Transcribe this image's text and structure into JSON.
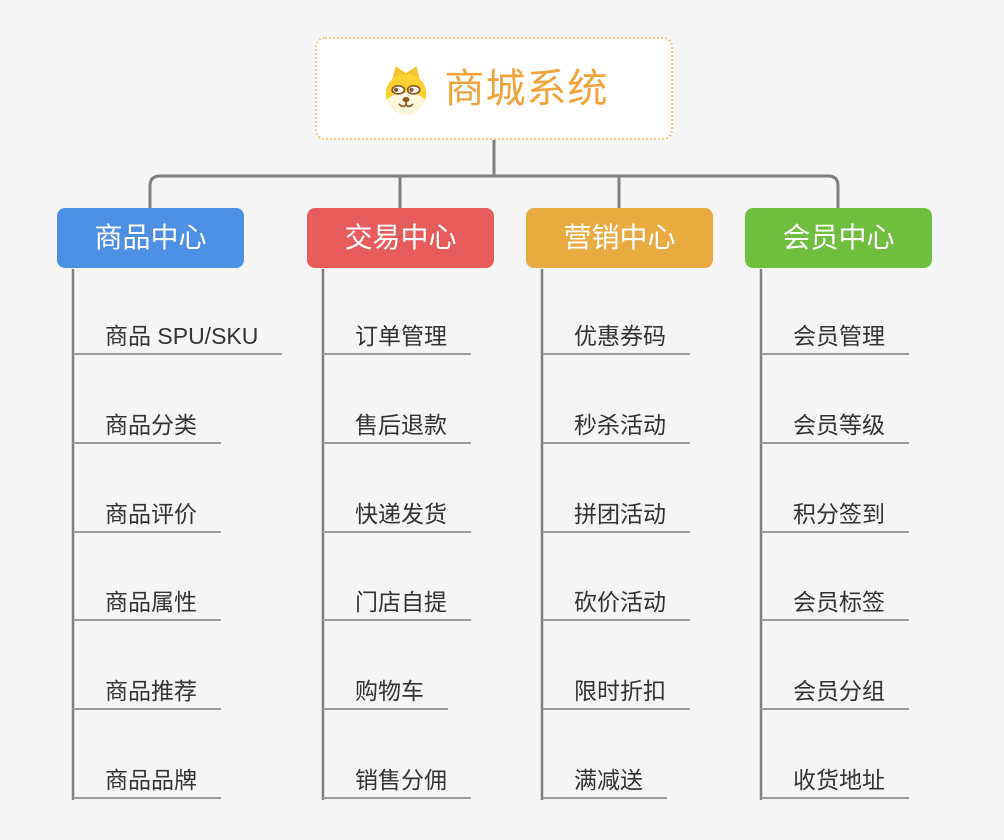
{
  "canvas": {
    "background": "#f5f5f5"
  },
  "root": {
    "label": "商城系统",
    "icon": "dog-face-icon",
    "text_color": "#f1a43c",
    "border_color": "#f3c87d"
  },
  "connectors": {
    "color": "#7f7f7f",
    "underline_color": "#9c9c9c"
  },
  "branches": [
    {
      "id": "product-center",
      "label": "商品中心",
      "color": "#4b90e2",
      "items": [
        "商品 SPU/SKU",
        "商品分类",
        "商品评价",
        "商品属性",
        "商品推荐",
        "商品品牌"
      ]
    },
    {
      "id": "trade-center",
      "label": "交易中心",
      "color": "#e65c5c",
      "items": [
        "订单管理",
        "售后退款",
        "快递发货",
        "门店自提",
        "购物车",
        "销售分佣"
      ]
    },
    {
      "id": "marketing-center",
      "label": "营销中心",
      "color": "#eaaa42",
      "items": [
        "优惠券码",
        "秒杀活动",
        "拼团活动",
        "砍价活动",
        "限时折扣",
        "满减送"
      ]
    },
    {
      "id": "member-center",
      "label": "会员中心",
      "color": "#6fbf3f",
      "items": [
        "会员管理",
        "会员等级",
        "积分签到",
        "会员标签",
        "会员分组",
        "收货地址"
      ]
    }
  ]
}
